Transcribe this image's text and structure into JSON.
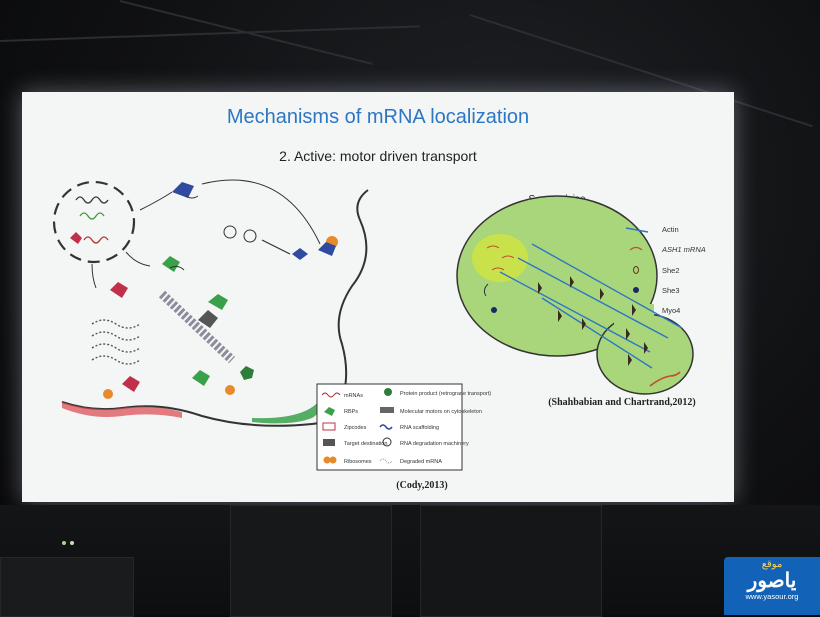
{
  "slide": {
    "title": "Mechanisms of mRNA localization",
    "subtitle": "2. Active: motor driven transport",
    "left_citation": "(Cody,2013)",
    "right_citation": "(Shahbabian and Chartrand,2012)",
    "organism_label": "S. cerevisiae",
    "left_legend": [
      "mRNAs",
      "RBPs",
      "Zipcodes",
      "Target destination",
      "Ribosomes",
      "Protein product (retrograde transport)",
      "Molecular motors on cytoskeleton",
      "RNA scaffolding",
      "RNA degradation machinery",
      "Degraded mRNA"
    ],
    "right_legend": [
      "Actin",
      "ASH1 mRNA",
      "She2",
      "She3",
      "Myo4"
    ]
  },
  "logo": {
    "top_text": "موقع",
    "main_text": "ياصور",
    "url_text": "www.yasour.org"
  },
  "colors": {
    "title_blue": "#2c76c4",
    "cell_green": "#a9d67a",
    "nucleus_green": "#c9e24c",
    "logo_blue": "#1263b8"
  }
}
